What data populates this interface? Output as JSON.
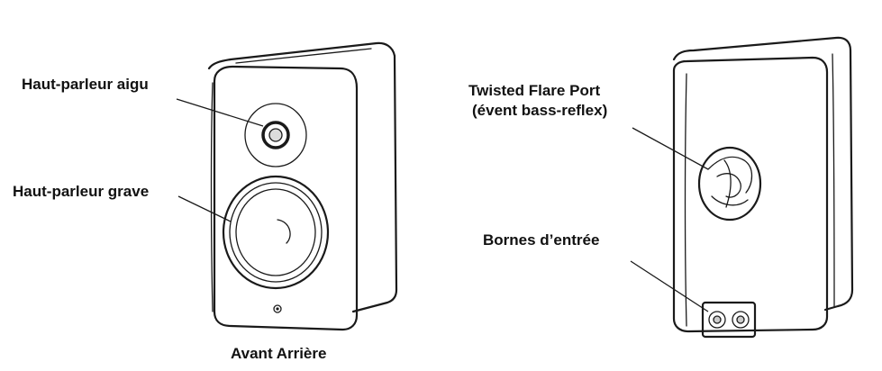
{
  "labels": {
    "tweeter": "Haut-parleur aigu",
    "woofer": "Haut-parleur grave",
    "port_line1": "Twisted Flare Port",
    "port_line2": "(évent bass-reflex)",
    "terminals": "Bornes d’entrée",
    "caption": "Avant Arrière"
  },
  "colors": {
    "line": "#1a1a1a",
    "text": "#111111",
    "background": "#ffffff"
  }
}
